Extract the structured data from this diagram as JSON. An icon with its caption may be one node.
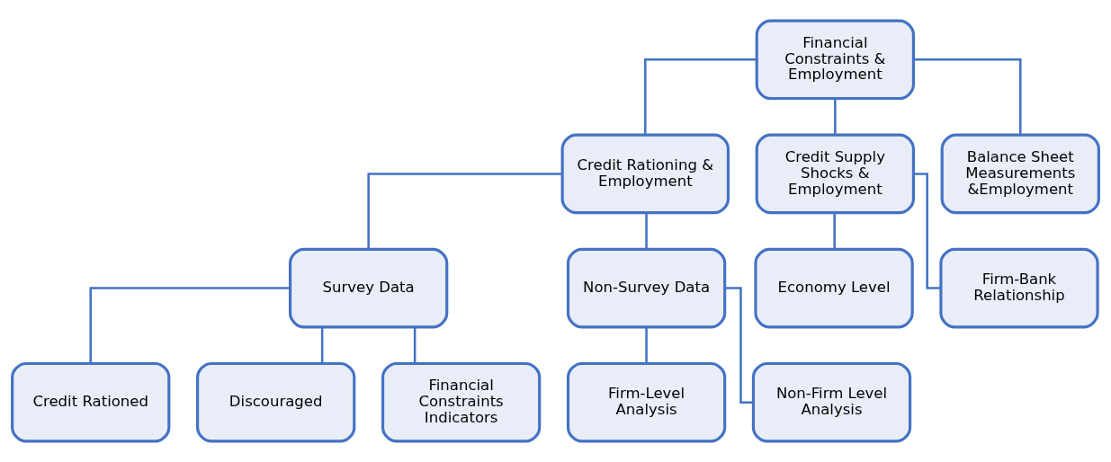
{
  "diagram": {
    "nodes": [
      {
        "text": [
          "Financial Constraints & Employment"
        ]
      },
      {
        "text": [
          "Credit Rationing & Employment"
        ]
      },
      {
        "text": [
          "Credit Supply Shocks & Employment"
        ]
      },
      {
        "text": [
          "Balance Sheet Measurements &Employment"
        ]
      },
      {
        "text": [
          "Survey Data"
        ]
      },
      {
        "text": [
          "Non-Survey Data"
        ]
      },
      {
        "text": [
          "Economy Level"
        ]
      },
      {
        "text": [
          "Firm-Bank Relationship"
        ]
      },
      {
        "text": [
          "Credit Rationed"
        ]
      },
      {
        "text": [
          "Discouraged"
        ]
      },
      {
        "text": [
          "Financial Constraints Indicators"
        ]
      },
      {
        "text": [
          "Firm-Level Analysis"
        ]
      },
      {
        "text": [
          "Non-Firm Level Analysis"
        ]
      }
    ],
    "edges": [
      {
        "from": 0,
        "to": 1,
        "arrow": "none"
      },
      {
        "from": 0,
        "to": 2,
        "arrow": "none"
      },
      {
        "from": 0,
        "to": 3,
        "arrow": "none"
      },
      {
        "from": 1,
        "to": 4,
        "arrow": "none"
      },
      {
        "from": 1,
        "to": 5,
        "arrow": "none"
      },
      {
        "from": 2,
        "to": 6,
        "arrow": "none"
      },
      {
        "from": 2,
        "to": 7,
        "arrow": "none"
      },
      {
        "from": 4,
        "to": 8,
        "arrow": "none"
      },
      {
        "from": 4,
        "to": 9,
        "arrow": "none"
      },
      {
        "from": 4,
        "to": 10,
        "arrow": "none"
      },
      {
        "from": 5,
        "to": 11,
        "arrow": "none"
      },
      {
        "from": 5,
        "to": 12,
        "arrow": "none"
      }
    ]
  }
}
